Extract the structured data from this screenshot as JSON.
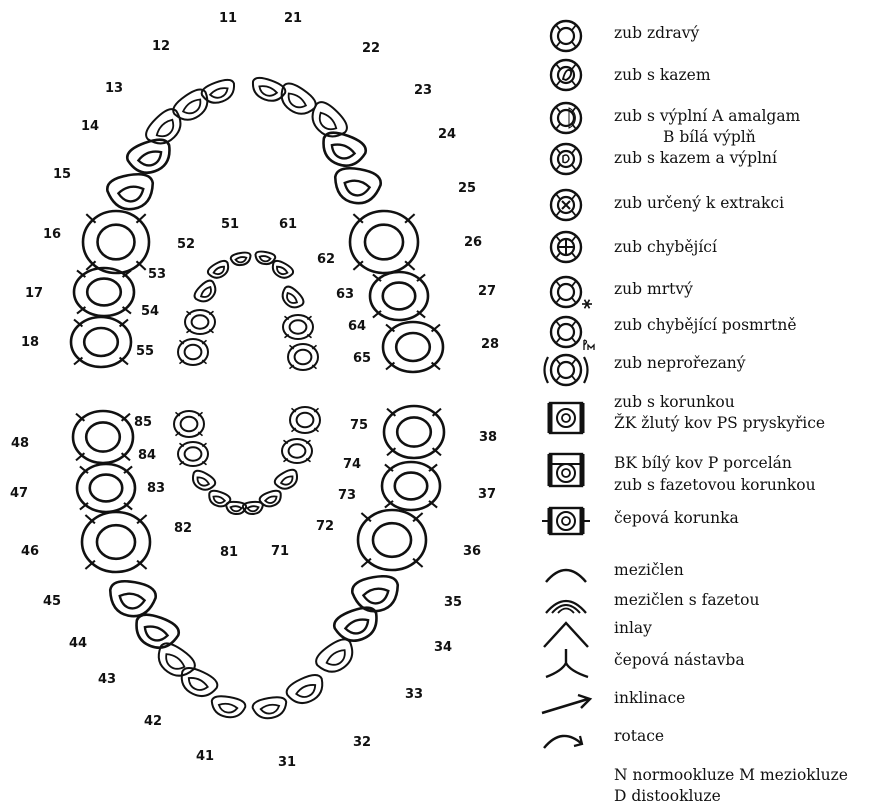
{
  "diagram": {
    "upper_permanent": [
      "11",
      "12",
      "13",
      "14",
      "15",
      "16",
      "17",
      "18",
      "21",
      "22",
      "23",
      "24",
      "25",
      "26",
      "27",
      "28"
    ],
    "upper_primary": [
      "51",
      "52",
      "53",
      "54",
      "55",
      "61",
      "62",
      "63",
      "64",
      "65"
    ],
    "lower_primary": [
      "85",
      "84",
      "83",
      "82",
      "81",
      "71",
      "72",
      "73",
      "74",
      "75"
    ],
    "lower_permanent": [
      "48",
      "47",
      "46",
      "45",
      "44",
      "43",
      "42",
      "41",
      "31",
      "32",
      "33",
      "34",
      "35",
      "36",
      "37",
      "38"
    ]
  },
  "legend": [
    {
      "icon": "healthy-tooth-icon",
      "lines": [
        "zub zdravý"
      ]
    },
    {
      "icon": "caries-tooth-icon",
      "lines": [
        "zub s kazem"
      ]
    },
    {
      "icon": "filling-tooth-icon",
      "lines": [
        "zub s výplní  A  amalgam",
        "B  bílá výplň"
      ]
    },
    {
      "icon": "caries-filling-tooth-icon",
      "lines": [
        "zub s kazem a výplní"
      ]
    },
    {
      "icon": "extraction-tooth-icon",
      "lines": [
        "zub určený k extrakci"
      ]
    },
    {
      "icon": "missing-tooth-icon",
      "lines": [
        "zub chybějící"
      ]
    },
    {
      "icon": "dead-tooth-icon",
      "lines": [
        "zub mrtvý"
      ]
    },
    {
      "icon": "postmortem-missing-tooth-icon",
      "lines": [
        "zub chybějící posmrtně"
      ]
    },
    {
      "icon": "unerupted-tooth-icon",
      "lines": [
        "zub neprořezaný"
      ]
    },
    {
      "icon": "crown-tooth-icon",
      "lines": [
        "zub s korunkou",
        "ŽK žlutý kov  PS pryskyřice"
      ]
    },
    {
      "icon": "veneer-crown-tooth-icon",
      "lines": [
        "BK bílý kov  P porcelán",
        "zub s fazetovou korunkou"
      ]
    },
    {
      "icon": "post-crown-tooth-icon",
      "lines": [
        "čepová korunka"
      ]
    },
    {
      "icon": "pontic-icon",
      "lines": [
        "mezičlen"
      ]
    },
    {
      "icon": "veneer-pontic-icon",
      "lines": [
        "mezičlen s fazetou"
      ]
    },
    {
      "icon": "inlay-icon",
      "lines": [
        "inlay"
      ]
    },
    {
      "icon": "post-core-icon",
      "lines": [
        "čepová nástavba"
      ]
    },
    {
      "icon": "inclination-arrow-icon",
      "lines": [
        "inklinace"
      ]
    },
    {
      "icon": "rotation-arrow-icon",
      "lines": [
        "rotace"
      ]
    }
  ],
  "occlusion_note": [
    "N normookluze  M meziokluze",
    "D distookluze"
  ]
}
